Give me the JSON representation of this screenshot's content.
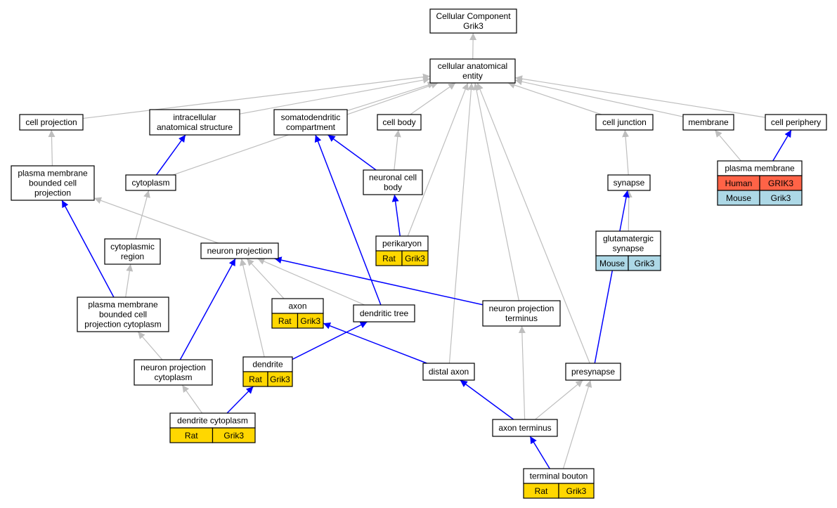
{
  "nodes": {
    "root": [
      "Cellular Component",
      "Grik3"
    ],
    "cae": [
      "cellular anatomical",
      "entity"
    ],
    "cellproj": [
      "cell projection"
    ],
    "ias": [
      "intracellular",
      "anatomical structure"
    ],
    "somato": [
      "somatodendritic",
      "compartment"
    ],
    "cellbody": [
      "cell body"
    ],
    "celljunction": [
      "cell junction"
    ],
    "membrane": [
      "membrane"
    ],
    "cellperiphery": [
      "cell periphery"
    ],
    "pmbcp": [
      "plasma membrane",
      "bounded cell",
      "projection"
    ],
    "cytoplasm": [
      "cytoplasm"
    ],
    "ncb": [
      "neuronal cell",
      "body"
    ],
    "synapse": [
      "synapse"
    ],
    "plasmamembrane": [
      "plasma membrane"
    ],
    "perikaryon": [
      "perikaryon"
    ],
    "glutsyn": [
      "glutamatergic",
      "synapse"
    ],
    "cytoregion": [
      "cytoplasmic",
      "region"
    ],
    "neuronproj": [
      "neuron projection"
    ],
    "axon": [
      "axon"
    ],
    "dendtree": [
      "dendritic tree"
    ],
    "npterm": [
      "neuron projection",
      "terminus"
    ],
    "pmbcpc": [
      "plasma membrane",
      "bounded cell",
      "projection cytoplasm"
    ],
    "npcyto": [
      "neuron projection",
      "cytoplasm"
    ],
    "dendrite": [
      "dendrite"
    ],
    "distalaxon": [
      "distal axon"
    ],
    "presynapse": [
      "presynapse"
    ],
    "dendcyto": [
      "dendrite cytoplasm"
    ],
    "axonterm": [
      "axon terminus"
    ],
    "termbouton": [
      "terminal bouton"
    ]
  },
  "annotations": {
    "plasmamembrane": [
      [
        "Human",
        "GRIK3"
      ],
      [
        "Mouse",
        "Grik3"
      ]
    ],
    "perikaryon": [
      [
        "Rat",
        "Grik3"
      ]
    ],
    "glutsyn": [
      [
        "Mouse",
        "Grik3"
      ]
    ],
    "axon": [
      [
        "Rat",
        "Grik3"
      ]
    ],
    "dendrite": [
      [
        "Rat",
        "Grik3"
      ]
    ],
    "dendcyto": [
      [
        "Rat",
        "Grik3"
      ]
    ],
    "termbouton": [
      [
        "Rat",
        "Grik3"
      ]
    ]
  },
  "species_colors": {
    "Human": "#ff6347",
    "Mouse": "#add8e6",
    "Rat": "#ffd700"
  },
  "edge_colors": {
    "is_a": "#bebebe",
    "part_of": "#0000ff"
  },
  "edges": [
    {
      "from": "cae",
      "to": "root",
      "type": "is_a"
    },
    {
      "from": "cellproj",
      "to": "cae",
      "type": "is_a"
    },
    {
      "from": "ias",
      "to": "cae",
      "type": "is_a"
    },
    {
      "from": "cytoplasm",
      "to": "cae",
      "type": "is_a"
    },
    {
      "from": "somato",
      "to": "cae",
      "type": "is_a"
    },
    {
      "from": "cellbody",
      "to": "cae",
      "type": "is_a"
    },
    {
      "from": "perikaryon",
      "to": "cae",
      "type": "is_a"
    },
    {
      "from": "distalaxon",
      "to": "cae",
      "type": "is_a"
    },
    {
      "from": "npterm",
      "to": "cae",
      "type": "is_a"
    },
    {
      "from": "presynapse",
      "to": "cae",
      "type": "is_a"
    },
    {
      "from": "celljunction",
      "to": "cae",
      "type": "is_a"
    },
    {
      "from": "membrane",
      "to": "cae",
      "type": "is_a"
    },
    {
      "from": "cellperiphery",
      "to": "cae",
      "type": "is_a"
    },
    {
      "from": "pmbcp",
      "to": "cellproj",
      "type": "is_a"
    },
    {
      "from": "cytoplasm",
      "to": "ias",
      "type": "part_of"
    },
    {
      "from": "ncb",
      "to": "somato",
      "type": "part_of"
    },
    {
      "from": "dendtree",
      "to": "somato",
      "type": "part_of"
    },
    {
      "from": "ncb",
      "to": "cellbody",
      "type": "is_a"
    },
    {
      "from": "synapse",
      "to": "celljunction",
      "type": "is_a"
    },
    {
      "from": "plasmamembrane",
      "to": "membrane",
      "type": "is_a"
    },
    {
      "from": "plasmamembrane",
      "to": "cellperiphery",
      "type": "part_of"
    },
    {
      "from": "perikaryon",
      "to": "ncb",
      "type": "part_of"
    },
    {
      "from": "glutsyn",
      "to": "synapse",
      "type": "is_a"
    },
    {
      "from": "presynapse",
      "to": "synapse",
      "type": "part_of"
    },
    {
      "from": "cytoregion",
      "to": "cytoplasm",
      "type": "is_a"
    },
    {
      "from": "neuronproj",
      "to": "pmbcp",
      "type": "is_a"
    },
    {
      "from": "pmbcpc",
      "to": "pmbcp",
      "type": "part_of"
    },
    {
      "from": "pmbcpc",
      "to": "cytoregion",
      "type": "is_a"
    },
    {
      "from": "axon",
      "to": "neuronproj",
      "type": "is_a"
    },
    {
      "from": "dendtree",
      "to": "neuronproj",
      "type": "is_a"
    },
    {
      "from": "npterm",
      "to": "neuronproj",
      "type": "part_of"
    },
    {
      "from": "npcyto",
      "to": "neuronproj",
      "type": "part_of"
    },
    {
      "from": "dendrite",
      "to": "neuronproj",
      "type": "is_a"
    },
    {
      "from": "npcyto",
      "to": "pmbcpc",
      "type": "is_a"
    },
    {
      "from": "dendrite",
      "to": "dendtree",
      "type": "part_of"
    },
    {
      "from": "distalaxon",
      "to": "axon",
      "type": "part_of"
    },
    {
      "from": "dendcyto",
      "to": "npcyto",
      "type": "is_a"
    },
    {
      "from": "dendcyto",
      "to": "dendrite",
      "type": "part_of"
    },
    {
      "from": "axonterm",
      "to": "distalaxon",
      "type": "part_of"
    },
    {
      "from": "axonterm",
      "to": "npterm",
      "type": "is_a"
    },
    {
      "from": "axonterm",
      "to": "presynapse",
      "type": "is_a"
    },
    {
      "from": "termbouton",
      "to": "axonterm",
      "type": "part_of"
    },
    {
      "from": "termbouton",
      "to": "presynapse",
      "type": "is_a"
    }
  ]
}
